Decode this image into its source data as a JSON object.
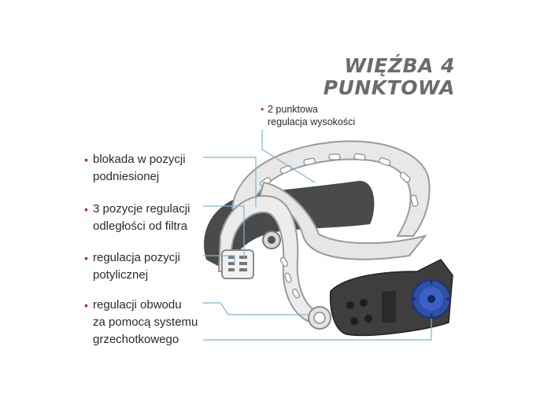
{
  "title": [
    "WIĘŹBA 4",
    "PUNKTOWA"
  ],
  "labels": {
    "top": [
      "2 punktowa",
      "regulacja wysokości"
    ],
    "lock": [
      "blokada w pozycji",
      "podniesionej"
    ],
    "filter": [
      "3 pozycje regulacji",
      "odległości od filtra"
    ],
    "occipital": [
      "regulacja pozycji",
      "potylicznej"
    ],
    "ratchet": [
      "regulacji obwodu",
      "za pomocą systemu",
      "grzechotkowego"
    ]
  },
  "colors": {
    "bullet": "#c2185b",
    "leader": "#7ab8d8",
    "title": "#6b6b6b",
    "knob": "#2f4fa8",
    "pad": "#4a4a4a"
  }
}
